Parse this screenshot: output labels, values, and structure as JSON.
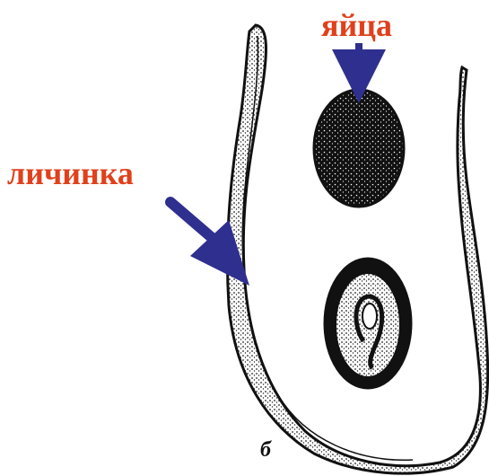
{
  "labels": {
    "eggs": "яйца",
    "larva": "личинка",
    "panel_letter": "б"
  },
  "colors": {
    "label_text": "#e0401c",
    "arrow": "#2f2f8f",
    "ink": "#111111",
    "background": "#ffffff"
  }
}
